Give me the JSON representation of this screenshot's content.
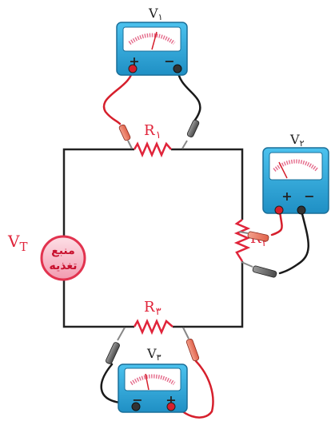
{
  "source": {
    "label": "V",
    "label_sub": "T",
    "text_line1": "منبع",
    "text_line2": "تغذیه"
  },
  "resistors": [
    {
      "label": "R",
      "sub": "۱"
    },
    {
      "label": "R",
      "sub": "۲"
    },
    {
      "label": "R",
      "sub": "۳"
    }
  ],
  "voltmeters": [
    {
      "label": "V",
      "sub": "۱",
      "plus": "+",
      "minus": "−"
    },
    {
      "label": "V",
      "sub": "۲",
      "plus": "+",
      "minus": "−"
    },
    {
      "label": "V",
      "sub": "۳",
      "plus": "+",
      "minus": "−"
    }
  ],
  "colors": {
    "circuit_wire": "#222222",
    "label_red": "#e0243a",
    "meter_body": "#2fa9dc",
    "source_fill": "#f6b7c4",
    "source_ring": "#e2334f",
    "probe_red": "#d61f2c",
    "probe_black": "#1a1a1a"
  }
}
